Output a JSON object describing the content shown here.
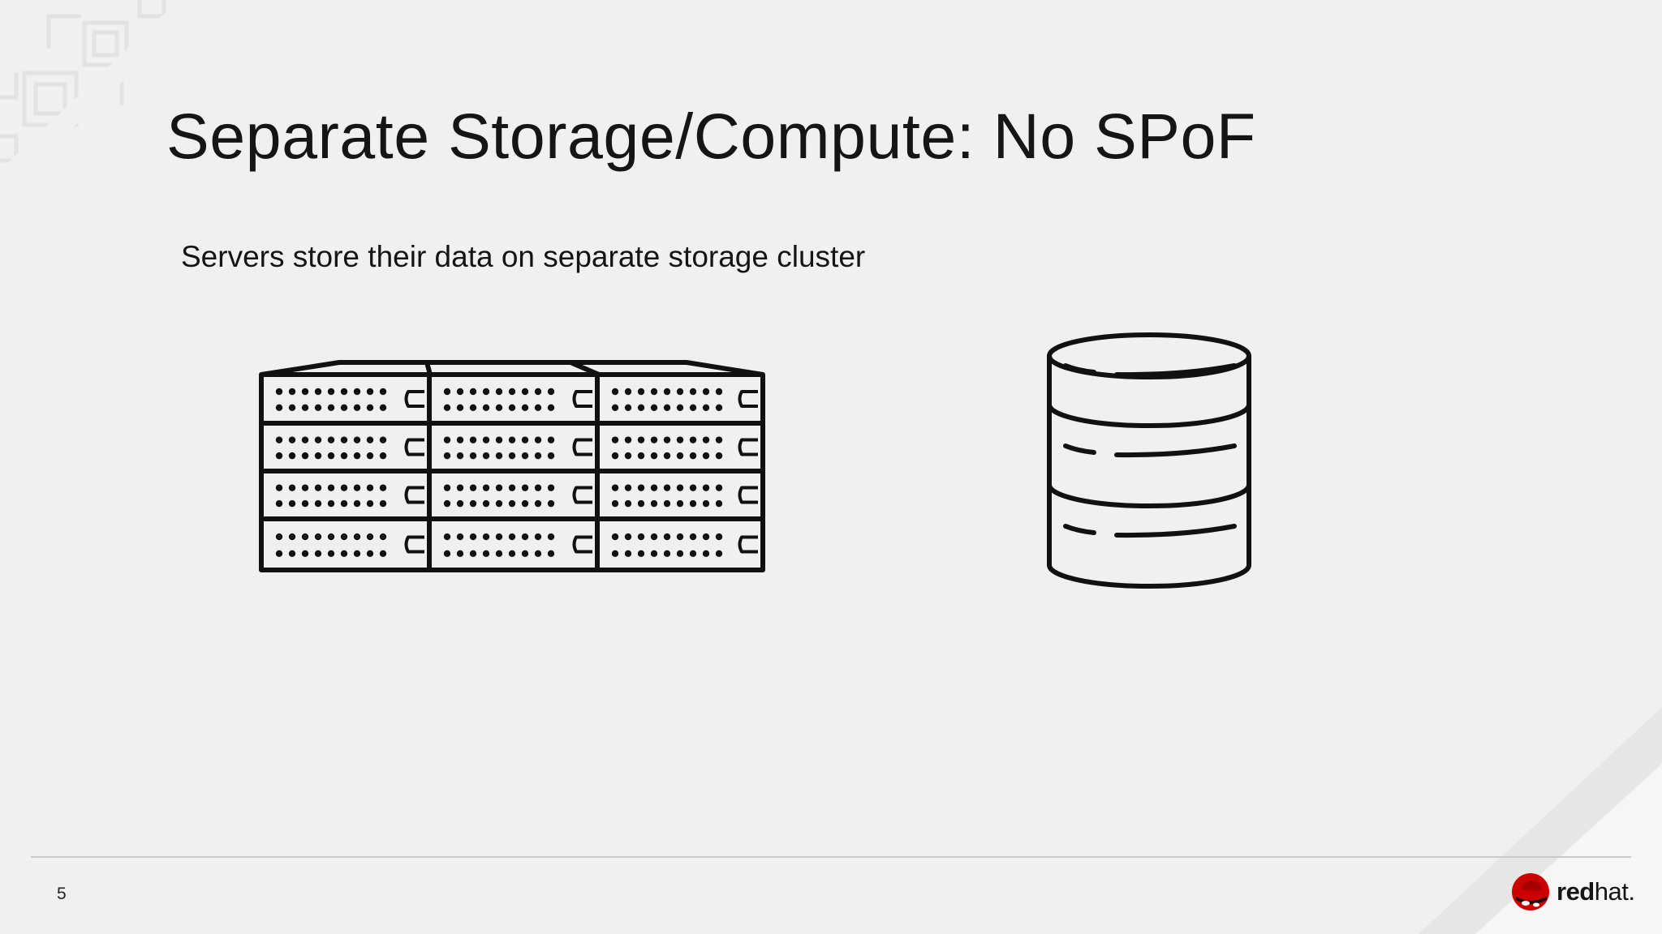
{
  "slide": {
    "title": "Separate Storage/Compute: No SPoF",
    "subtitle": "Servers store their data on separate storage cluster",
    "page_number": "5"
  },
  "icons": {
    "left": "server-rack-icon",
    "right": "database-icon",
    "logo": "red-hat-shadowman-icon"
  },
  "logo": {
    "brand": "red",
    "suffix": "hat."
  },
  "colors": {
    "background": "#f0f0f0",
    "text": "#151515",
    "divider": "#c9c9c9",
    "brand_red": "#cc0000"
  }
}
